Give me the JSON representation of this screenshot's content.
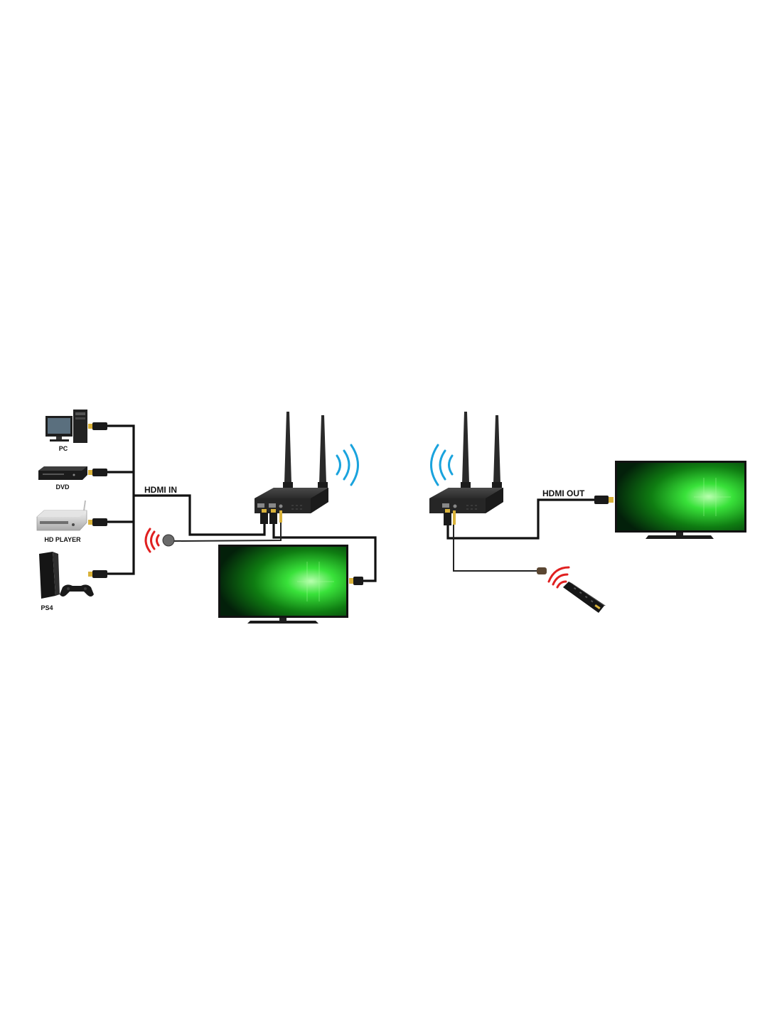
{
  "devices": [
    {
      "id": "pc",
      "label": "PC",
      "icon": "desktop-pc-icon"
    },
    {
      "id": "dvd",
      "label": "DVD",
      "icon": "dvd-player-icon"
    },
    {
      "id": "hd_player",
      "label": "HD PLAYER",
      "icon": "media-player-icon"
    },
    {
      "id": "ps4",
      "label": "PS4",
      "icon": "game-console-icon"
    }
  ],
  "labels": {
    "hdmi_in": "HDMI IN",
    "hdmi_out": "HDMI OUT"
  },
  "icons": {
    "transmitter": "wireless-transmitter-icon",
    "receiver": "wireless-receiver-icon",
    "tv": "tv-icon",
    "remote": "remote-control-icon",
    "ir_sensor": "ir-sensor-icon",
    "signal": "wifi-signal-icon"
  },
  "colors": {
    "signal_blue": "#1aa3dd",
    "ir_red": "#e02020",
    "screen_green": "#2fd12f",
    "device_dark": "#2b2b2b",
    "hdmi_gold": "#d9b23a"
  }
}
